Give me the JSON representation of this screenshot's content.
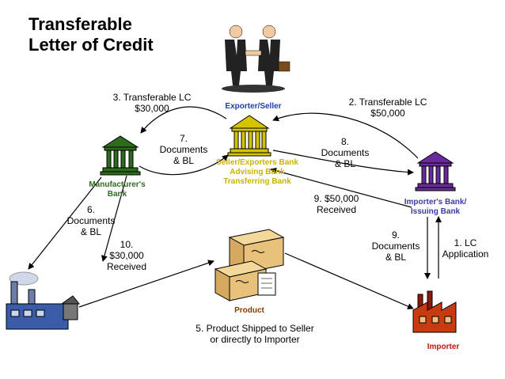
{
  "title": {
    "line1": "Transferable",
    "line2": "Letter of Credit"
  },
  "nodes": {
    "exporter": "Exporter/Seller",
    "seller_bank": "Seller/Exporters Bank\nAdvising Bank\nTransferring Bank",
    "manufacturer_bank": "Manufacturer's\nBank",
    "importer_bank": "Importer's Bank/\nIssuing Bank",
    "product": "Product",
    "importer": "Importer"
  },
  "steps": {
    "s1": "1. LC\nApplication",
    "s2": "2. Transferable LC\n$50,000",
    "s3": "3. Transferable LC\n$30,000",
    "s5": "5. Product Shipped to Seller\nor directly to Importer",
    "s6": "6.\nDocuments\n& BL",
    "s7": "7.\nDocuments\n& BL",
    "s8": "8.\nDocuments\n& BL",
    "s9a": "9. $50,000\nReceived",
    "s9b": "9.\nDocuments\n& BL",
    "s10": "10.\n$30,000\nReceived"
  },
  "colors": {
    "seller_bank": "#d4c400",
    "manufacturer_bank": "#2e6b1f",
    "importer_bank": "#6a2a9a",
    "factory": "#3a5ca8",
    "importer_factory": "#c83a10",
    "product_box": "#e8c27a"
  }
}
